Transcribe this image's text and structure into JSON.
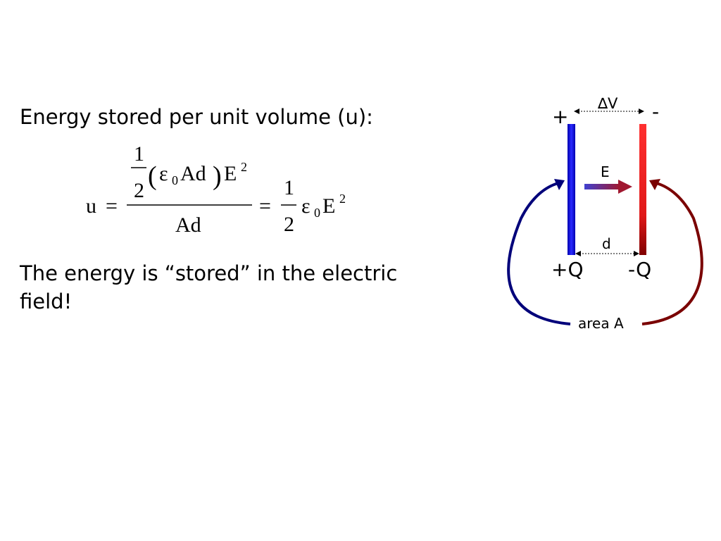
{
  "slide": {
    "heading": "Energy stored per unit volume (u):",
    "statement": "The energy is “stored” in the electric field!"
  },
  "equation": {
    "lhs": "u",
    "equals": "=",
    "numerator_coeff_num": "1",
    "numerator_coeff_den": "2",
    "paren_open": "(",
    "epsilon": "ε",
    "subscript_zero": "0",
    "area_distance": "Ad",
    "paren_close": ")",
    "field": "E",
    "exponent": "2",
    "denominator": "Ad",
    "rhs_coeff_num": "1",
    "rhs_coeff_den": "2"
  },
  "diagram": {
    "potential_label": "∆V",
    "plus_sign": "+",
    "minus_sign": "-",
    "field_label": "E",
    "distance_label": "d",
    "positive_charge": "+Q",
    "negative_charge": "-Q",
    "area_label": "area A",
    "colors": {
      "positive_plate": "#1a1aff",
      "negative_plate": "#e51a1a",
      "positive_arrow": "#00007a",
      "negative_arrow": "#7a0000"
    }
  }
}
